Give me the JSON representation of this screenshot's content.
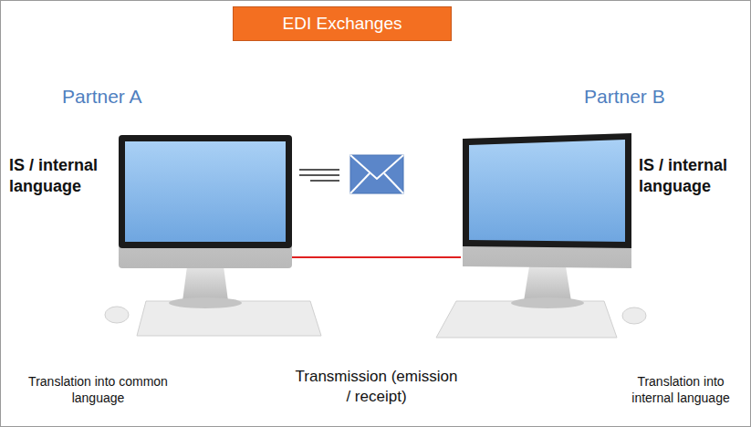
{
  "diagram": {
    "title": "EDI Exchanges",
    "nodes": [
      {
        "text": [
          "Partner A",
          "IS / internal language",
          "Translation into common language"
        ]
      },
      {
        "text": [
          "Partner B",
          "IS / internal language",
          "Translation into internal language"
        ]
      }
    ],
    "edges": [
      {
        "from": 0,
        "to": 1,
        "arrow": "none",
        "label": "Transmission (emission / receipt)"
      }
    ]
  }
}
